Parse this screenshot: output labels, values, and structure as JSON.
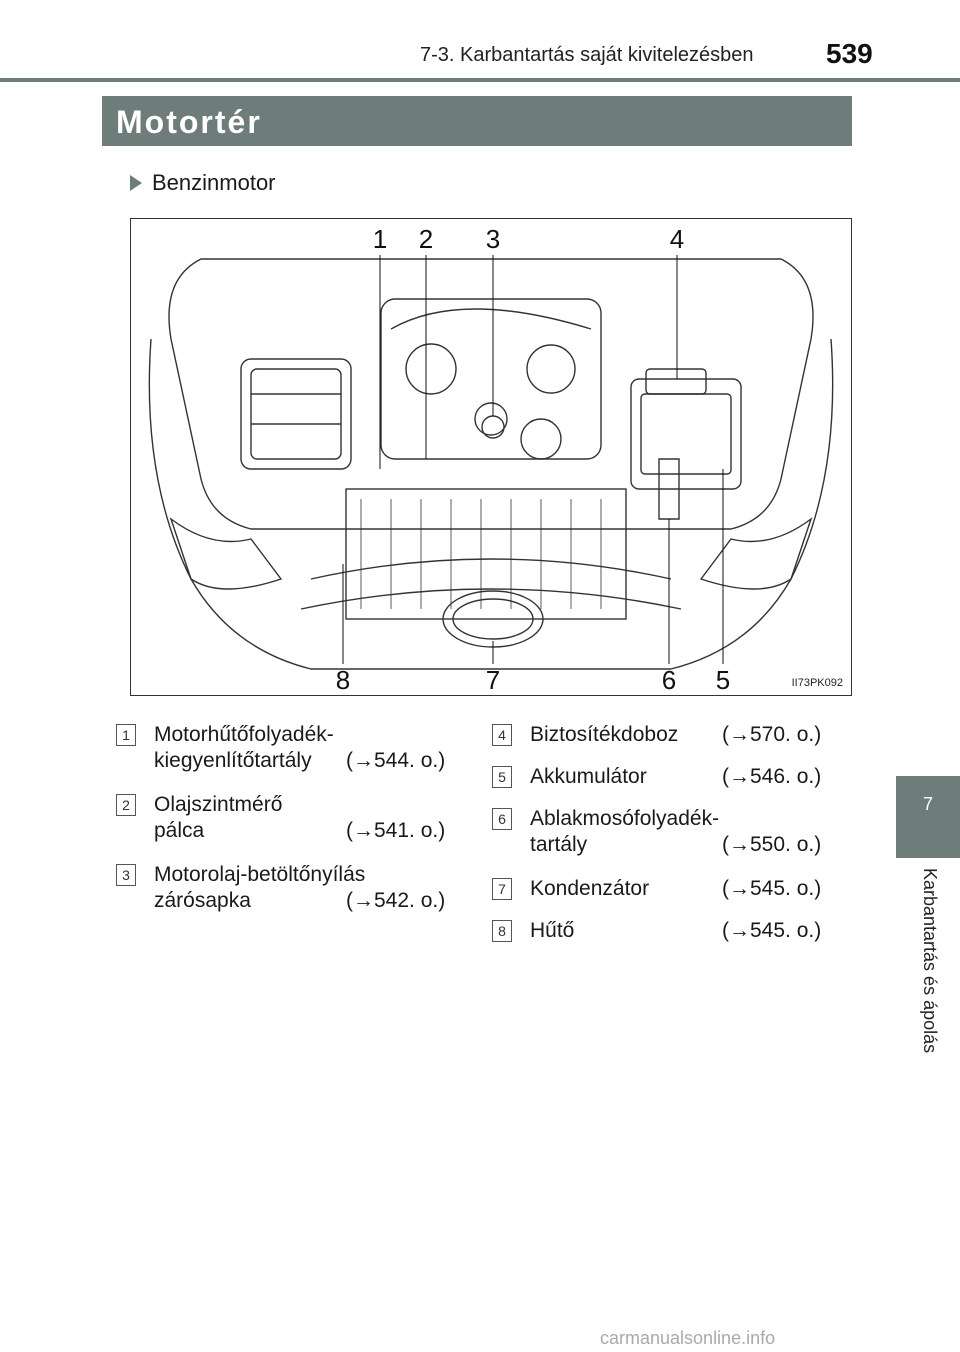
{
  "header": {
    "title": "7-3. Karbantartás saját kivitelezésben",
    "page_number": "539"
  },
  "section": {
    "title": "Motortér"
  },
  "subheading": "Benzinmotor",
  "figure": {
    "code": "II73PK092",
    "callouts_top": [
      "1",
      "2",
      "3",
      "4"
    ],
    "callouts_bottom": [
      "8",
      "7",
      "6",
      "5"
    ]
  },
  "items_left": [
    {
      "num": "1",
      "line1": "Motorhűtőfolyadék-",
      "line2": "kiegyenlítőtartály",
      "ref": "(→544. o.)"
    },
    {
      "num": "2",
      "line1": "Olajszintmérő",
      "line2": "pálca",
      "ref": "(→541. o.)"
    },
    {
      "num": "3",
      "line1": "Motorolaj-betöltőnyílás",
      "line2": "zárósapka",
      "ref": "(→542. o.)"
    }
  ],
  "items_right": [
    {
      "num": "4",
      "line1": "Biztosítékdoboz",
      "ref": "(→570. o.)"
    },
    {
      "num": "5",
      "line1": "Akkumulátor",
      "ref": "(→546. o.)"
    },
    {
      "num": "6",
      "line1": "Ablakmosófolyadék-",
      "line2": "tartály",
      "ref": "(→550. o.)"
    },
    {
      "num": "7",
      "line1": "Kondenzátor",
      "ref": "(→545. o.)"
    },
    {
      "num": "8",
      "line1": "Hűtő",
      "ref": "(→545. o.)"
    }
  ],
  "side_tab": {
    "number": "7",
    "text": "Karbantartás és ápolás"
  },
  "watermark": "carmanualsonline.info"
}
